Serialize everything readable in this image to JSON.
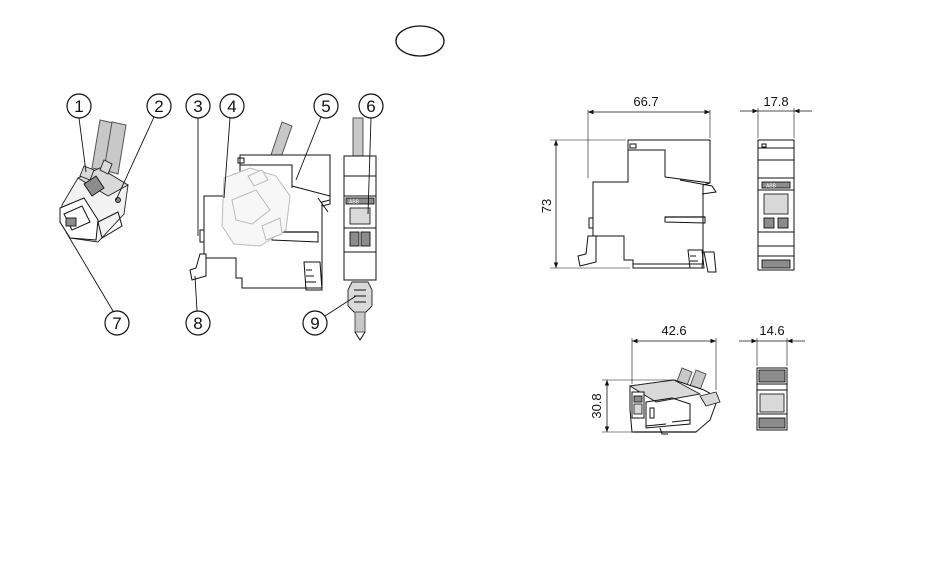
{
  "callouts": {
    "c1": "1",
    "c2": "2",
    "c3": "3",
    "c4": "4",
    "c5": "5",
    "c6": "6",
    "c7": "7",
    "c8": "8",
    "c9": "9"
  },
  "dimensions": {
    "large_width": "66.7",
    "large_height": "73",
    "large_side_width": "17.8",
    "small_width": "42.6",
    "small_height": "30.8",
    "small_side_width": "14.6"
  },
  "brand_label": "ABB"
}
